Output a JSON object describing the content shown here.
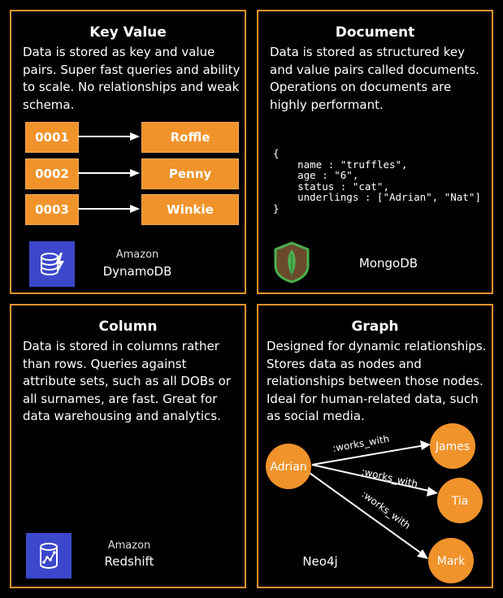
{
  "key_value": {
    "title": "Key Value",
    "description": "Data is stored as key and value pairs. Super fast queries and ability to scale. No relationships and weak schema.",
    "pairs": [
      {
        "key": "0001",
        "value": "Roffle"
      },
      {
        "key": "0002",
        "value": "Penny"
      },
      {
        "key": "0003",
        "value": "Winkie"
      }
    ],
    "logo_icon": "dynamodb-icon",
    "logo_sublabel": "Amazon",
    "logo_label": "DynamoDB"
  },
  "document": {
    "title": "Document",
    "description": "Data is stored as structured key and value pairs called documents. Operations on documents are highly performant.",
    "code": "{\n    name : \"truffles\",\n    age : \"6\",\n    status : \"cat\",\n    underlings : [\"Adrian\", \"Nat\"]\n}",
    "logo_icon": "mongodb-leaf-icon",
    "logo_label": "MongoDB"
  },
  "column": {
    "title": "Column",
    "description": "Data is stored in columns rather than rows. Queries against attribute sets, such as all DOBs or all surnames, are fast. Great for data warehousing and analytics.",
    "logo_icon": "redshift-icon",
    "logo_sublabel": "Amazon",
    "logo_label": "Redshift"
  },
  "graph": {
    "title": "Graph",
    "description": "Designed for dynamic relationships. Stores data as nodes and relationships between those nodes. Ideal for human-related data, such as social media.",
    "nodes": {
      "adrian": "Adrian",
      "james": "James",
      "tia": "Tia",
      "mark": "Mark"
    },
    "edge_label": ":works_with",
    "logo_label": "Neo4j"
  },
  "colors": {
    "accent": "#f0932b",
    "aws_blue": "#3b48cc",
    "mongo_green": "#4caf50"
  }
}
